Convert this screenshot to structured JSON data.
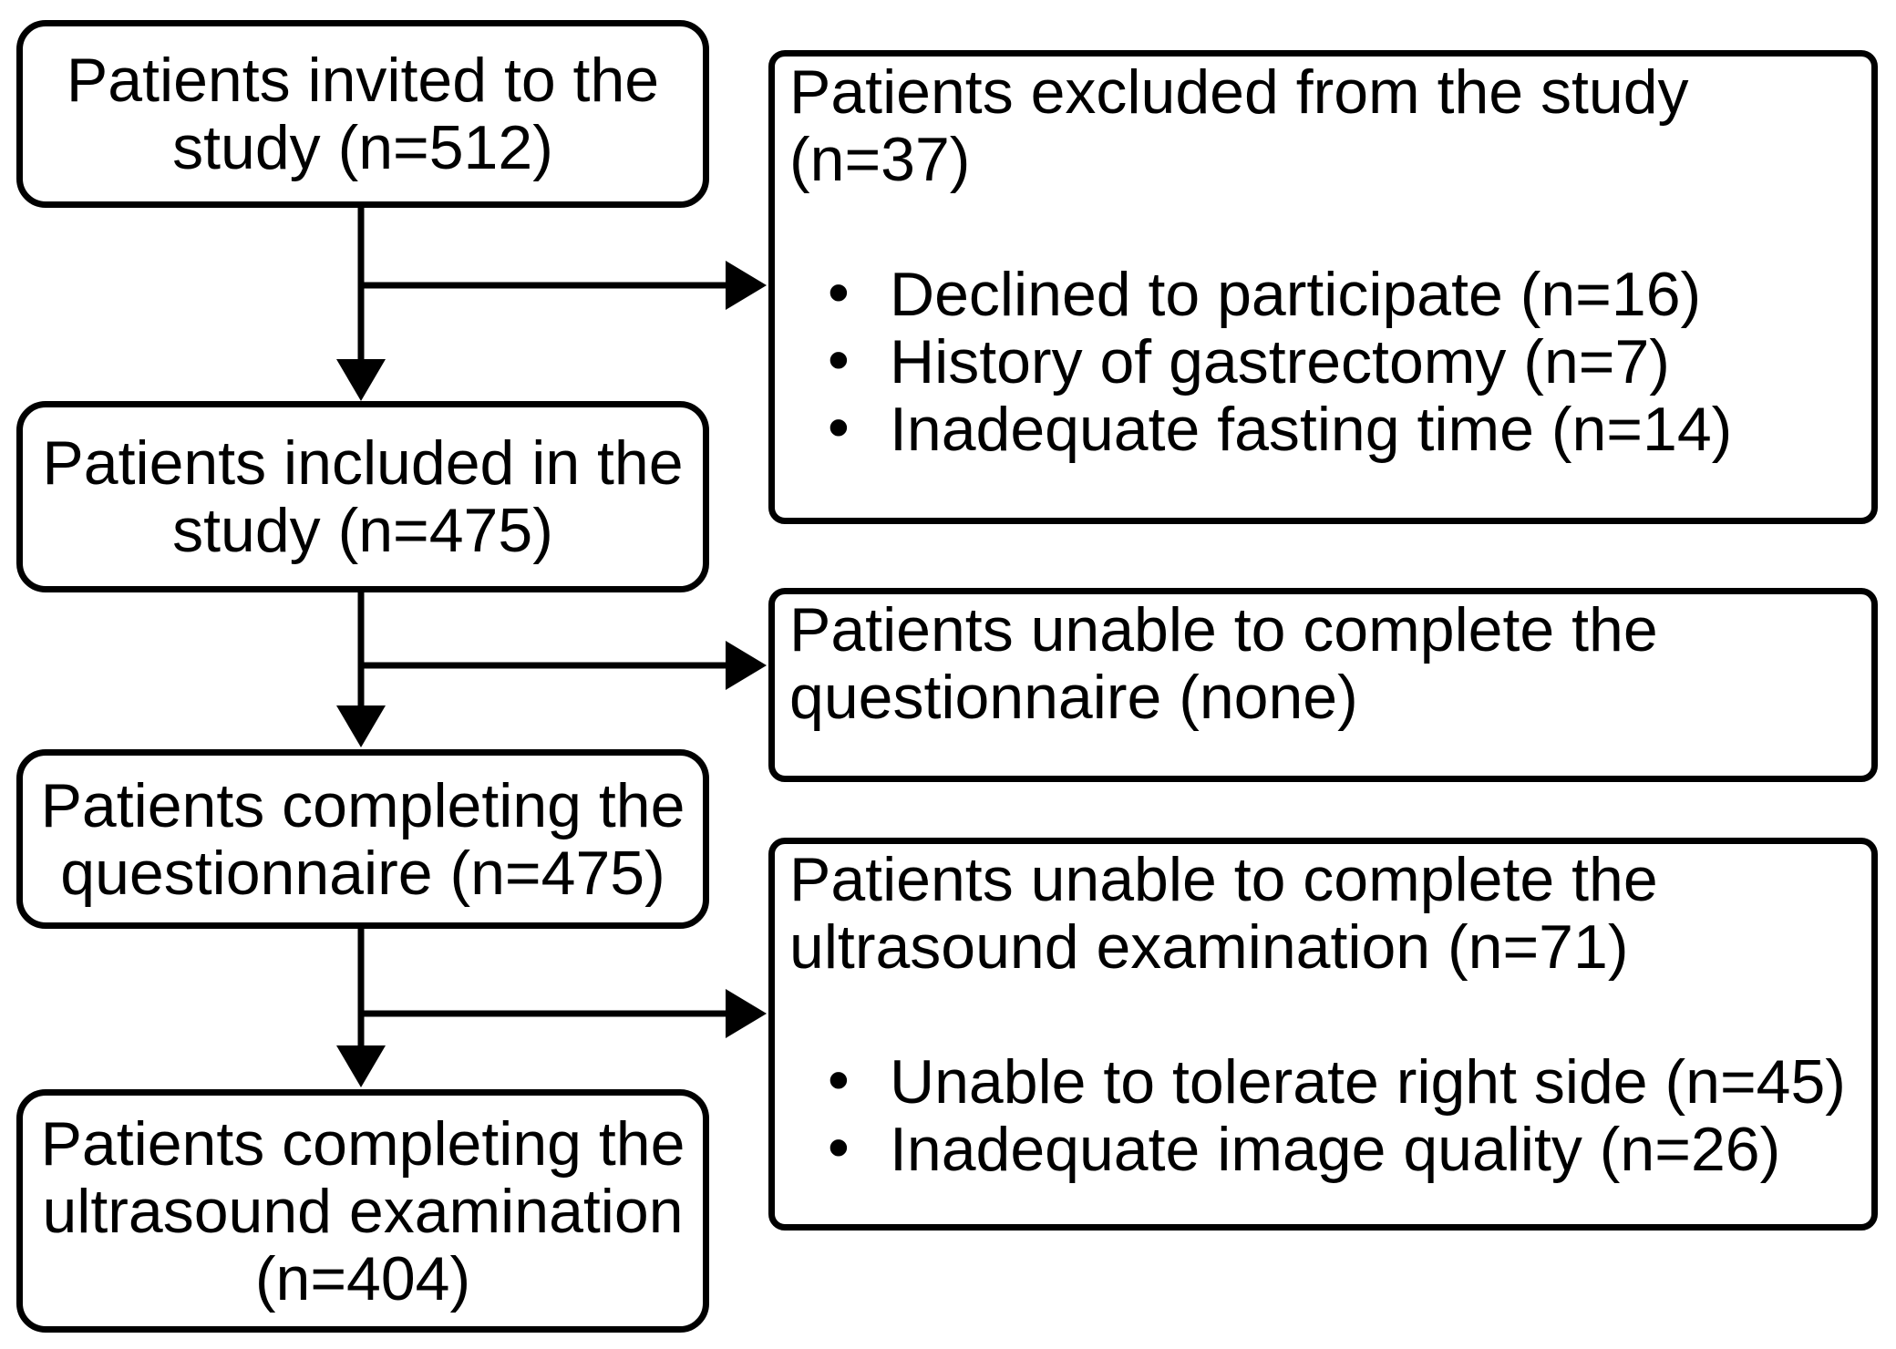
{
  "diagram": {
    "type": "patient-flow-chart",
    "colors": {
      "ink": "#000000",
      "background": "#ffffff"
    },
    "main_flow": [
      {
        "id": "invited",
        "lines": [
          "Patients invited to the",
          "study (n=512)"
        ]
      },
      {
        "id": "included",
        "lines": [
          "Patients included in the",
          "study (n=475)"
        ]
      },
      {
        "id": "questionnaire-completed",
        "lines": [
          "Patients completing the",
          "questionnaire (n=475)"
        ]
      },
      {
        "id": "ultrasound-completed",
        "lines": [
          "Patients completing the",
          "ultrasound examination",
          "(n=404)"
        ]
      }
    ],
    "side_branches": [
      {
        "id": "excluded",
        "title_lines": [
          "Patients excluded from the study",
          "(n=37)"
        ],
        "bullets": [
          "Declined to participate (n=16)",
          "History of gastrectomy (n=7)",
          "Inadequate fasting time (n=14)"
        ]
      },
      {
        "id": "questionnaire-not-completed",
        "title_lines": [
          "Patients unable to complete the",
          "questionnaire (none)"
        ],
        "bullets": []
      },
      {
        "id": "ultrasound-not-completed",
        "title_lines": [
          "Patients unable to complete the",
          "ultrasound examination (n=71)"
        ],
        "bullets": [
          "Unable to tolerate right side (n=45)",
          "Inadequate image quality (n=26)"
        ]
      }
    ]
  }
}
